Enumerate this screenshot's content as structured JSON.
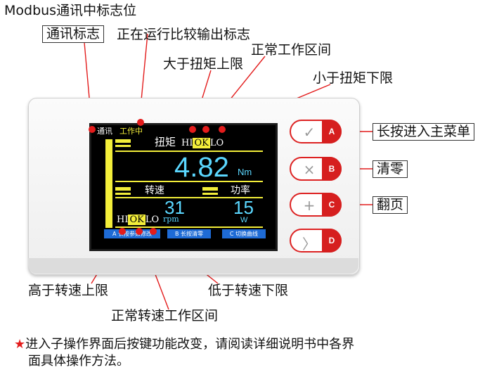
{
  "labels": {
    "modbus_flag": "Modbus通讯中标志位",
    "comm_flag": "通讯标志",
    "running_flag": "正在运行比较输出标志",
    "torque_above": "大于扭矩上限",
    "normal_range_top": "正常工作区间",
    "torque_below": "小于扭矩下限",
    "long_press_menu": "长按进入主菜单",
    "clear": "清零",
    "page_turn": "翻页",
    "speed_above": "高于转速上限",
    "speed_below": "低于转速下限",
    "speed_normal": "正常转速工作区间"
  },
  "screen": {
    "comm": "通讯",
    "working": "工作中",
    "torque_title": "扭矩",
    "hi": "HI",
    "ok": "OK",
    "lo": "LO",
    "torque_value": "4.82",
    "torque_unit": "Nm",
    "speed_title": "转速",
    "power_title": "功率",
    "speed_value": "31",
    "speed_unit": "rpm",
    "power_value": "15",
    "power_unit": "W",
    "softkey_a": "A 长按参数修改",
    "softkey_b": "B 长按清零",
    "softkey_c": "C 切换曲线"
  },
  "buttons": [
    {
      "symbol": "✓",
      "letter": "A",
      "icon": "check-icon"
    },
    {
      "symbol": "×",
      "letter": "B",
      "icon": "cross-icon"
    },
    {
      "symbol": "+",
      "letter": "C",
      "icon": "plus-icon"
    },
    {
      "symbol": "〉",
      "letter": "D",
      "icon": "chevron-right-icon"
    }
  ],
  "note": {
    "star": "★",
    "line1": "进入子操作界面后按键功能改变，请阅读详细说明书中各界",
    "line2": "面具体操作方法。"
  },
  "colors": {
    "accent": "#e31c1c",
    "lcd_yellow": "#f3ee3a",
    "lcd_blue": "#5bd7ff",
    "softkey": "#1e6bd6"
  }
}
